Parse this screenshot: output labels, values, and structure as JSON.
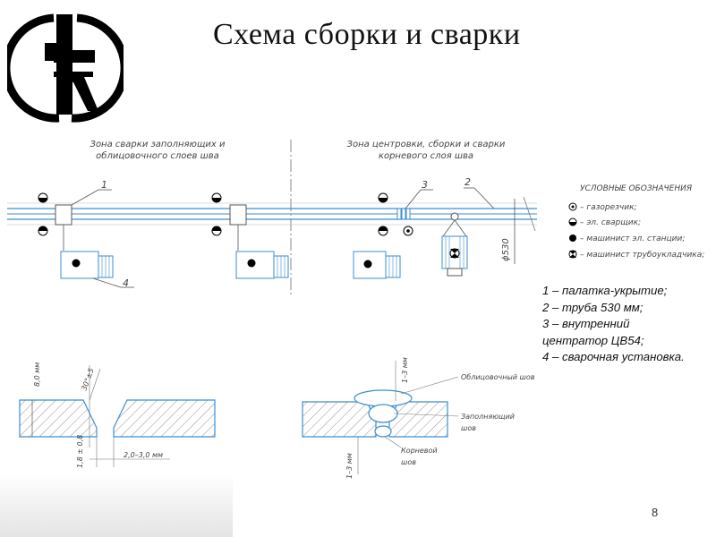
{
  "title": "Схема  сборки и сварки",
  "page_number": "8",
  "zones": {
    "fill_zone": [
      "Зона сварки заполняющих и",
      "облицовочного слоев шва"
    ],
    "root_zone": [
      "Зона центровки, сборки и сварки",
      "корневого слоя шва"
    ]
  },
  "callouts": {
    "c1": "1",
    "c2": "2",
    "c3": "3",
    "c4": "4"
  },
  "diameter": "ϕ530",
  "conventions": {
    "heading": "УСЛОВНЫЕ ОБОЗНАЧЕНИЯ",
    "items": [
      "– газорезчик;",
      "– эл. сварщик;",
      "– машинист эл. станции;",
      "– машинист трубоукладчика;"
    ]
  },
  "legend": [
    "1 – палатка-укрытие;",
    "2 – труба 530 мм;",
    "3 – внутренний",
    "центратор ЦВ54;",
    "4 – сварочная установка."
  ],
  "groove": {
    "thickness": "8,0 мм",
    "angle": "30°±5",
    "root_face": "1,8 ± 0,8",
    "gap": "2,0–3,0 мм"
  },
  "weld": {
    "cap_height": "1–3 мм",
    "root_height": "1–3 мм",
    "cap": "Облицовочный шов",
    "fill": [
      "Заполняющий",
      "шов"
    ],
    "root": [
      "Корневой",
      "шов"
    ]
  }
}
